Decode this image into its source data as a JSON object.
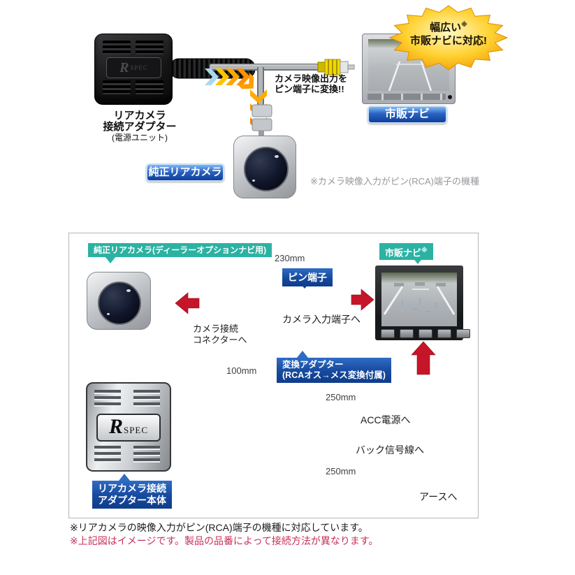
{
  "logo": {
    "r": "R",
    "spec": "SPEC"
  },
  "top": {
    "unit_label": {
      "line1": "リアカメラ",
      "line2": "接続アダプター",
      "line3": "(電源ユニット)"
    },
    "oem_camera_badge": "純正リアカメラ",
    "convert_note": {
      "line1": "カメラ映像出力を",
      "line2": "ピン端子に変換!!"
    },
    "navi_badge": "市販ナビ",
    "starburst": {
      "line1": "幅広い",
      "sup": "※",
      "line2": "市販ナビに対応!"
    },
    "footnote": "※カメラ映像入力がピン(RCA)端子の機種"
  },
  "diagram": {
    "oem_camera_header": "純正リアカメラ(ディーラーオプションナビ用)",
    "navi_header": {
      "text": "市販ナビ",
      "sup": "※"
    },
    "pin_plug_label": "ピン端子",
    "camera_connector_label": {
      "line1": "カメラ接続",
      "line2": "コネクターへ"
    },
    "camera_input_label": "カメラ入力端子へ",
    "converter_label": {
      "line1": "変換アダプター",
      "line2": "(RCAオス→メス変換付属)"
    },
    "acc_label": "ACC電源へ",
    "back_signal_label": "バック信号線へ",
    "ground_label": "アースへ",
    "unit_label": {
      "line1": "リアカメラ接続",
      "line2": "アダプター本体"
    },
    "dimensions": {
      "camera_cable": "230mm",
      "video_cable": "100mm",
      "acc_cable": "250mm",
      "ground_cable": "250mm"
    }
  },
  "footnotes": {
    "note1": "※リアカメラの映像入力がピン(RCA)端子の機種に対応しています。",
    "note2": "※上記図はイメージです。製品の品番によって接続方法が異なります。"
  },
  "colors": {
    "teal": "#2bb2a2",
    "label_blue": "#16499d",
    "wire_red": "#d40f2e",
    "wire_purple": "#a1009b",
    "arrow_red": "#c61428",
    "rca_yellow": "#f0de00",
    "starburst_orange": "#f6a800"
  }
}
